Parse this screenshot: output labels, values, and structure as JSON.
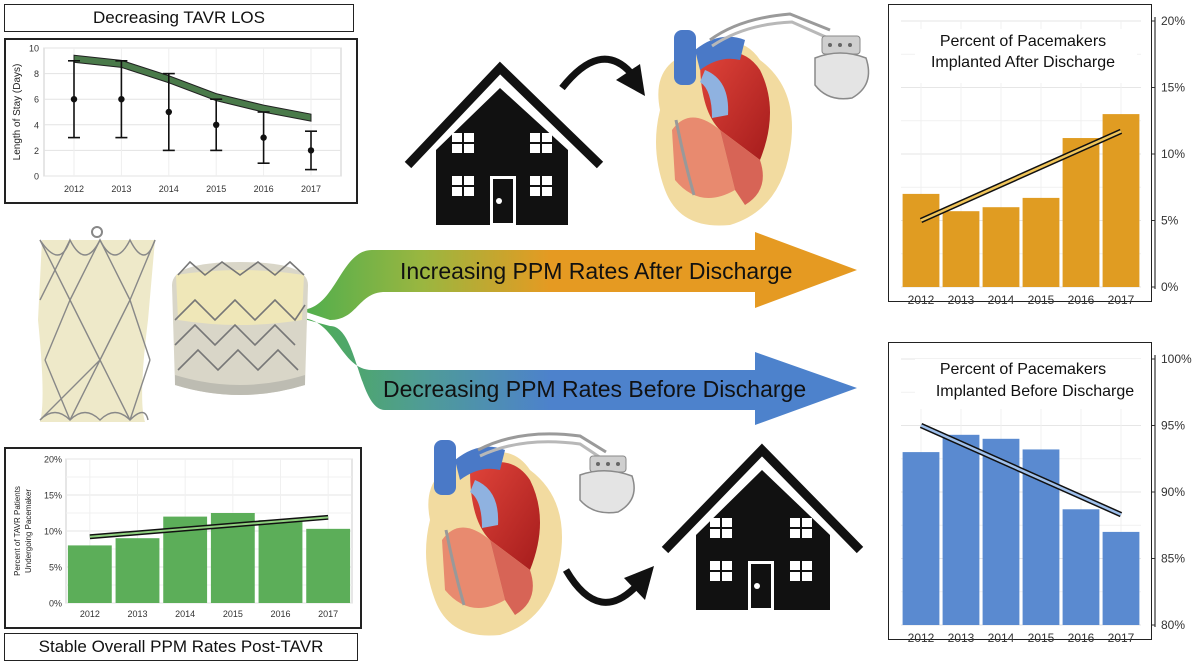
{
  "colors": {
    "after_bar": "#e09c22",
    "before_bar": "#5a8ad0",
    "overall_bar": "#5cae59",
    "los_band": "#4a7a4a",
    "arrow_orange": "#e59a22",
    "arrow_blue": "#4d82cc",
    "arrow_green": "#4eae4e"
  },
  "los": {
    "title": "Decreasing TAVR LOS"
  },
  "overall": {
    "caption": "Stable Overall PPM Rates Post-TAVR"
  },
  "arrows": {
    "upper_label": "Increasing PPM Rates After Discharge",
    "lower_label": "Decreasing PPM Rates Before Discharge"
  },
  "chart_data": [
    {
      "id": "los",
      "type": "line",
      "title": "",
      "xlabel": "",
      "ylabel": "Length of Stay (Days)",
      "categories": [
        "2012",
        "2013",
        "2014",
        "2015",
        "2016",
        "2017"
      ],
      "x_tick_labels": [
        "2012",
        "2013",
        "2014",
        "2015",
        "2016",
        "2017"
      ],
      "y_tick_labels": [
        "0",
        "2",
        "4",
        "6",
        "8",
        "10"
      ],
      "ylim": [
        0,
        10
      ],
      "points": [
        6,
        6,
        5,
        4,
        3,
        2
      ],
      "error_low": [
        3,
        3,
        2,
        2,
        1,
        0.5
      ],
      "error_high": [
        9,
        9,
        8,
        6,
        5,
        3.5
      ],
      "trend_band": [
        9.2,
        8.8,
        7.6,
        6.2,
        5.3,
        4.6
      ],
      "grid": true
    },
    {
      "id": "overall",
      "type": "bar",
      "title": "",
      "xlabel": "",
      "ylabel_line1": "Percent of TAVR Patients",
      "ylabel_line2": "Undergoing Pacemaker",
      "categories": [
        "2012",
        "2013",
        "2014",
        "2015",
        "2016",
        "2017"
      ],
      "x_tick_labels": [
        "2012",
        "2013",
        "2014",
        "2015",
        "2016",
        "2017"
      ],
      "y_tick_labels": [
        "0%",
        "5%",
        "10%",
        "15%",
        "20%"
      ],
      "ylim": [
        0,
        20
      ],
      "values": [
        8,
        9,
        12,
        12.5,
        11.5,
        10.3
      ],
      "trend": [
        9.2,
        11.9
      ],
      "grid": true
    },
    {
      "id": "after",
      "type": "bar",
      "title_line1": "Percent of Pacemakers",
      "title_line2": "Implanted After Discharge",
      "xlabel": "",
      "ylabel": "",
      "categories": [
        "2012",
        "2013",
        "2014",
        "2015",
        "2016",
        "2017"
      ],
      "x_tick_labels": [
        "2012",
        "2013",
        "2014",
        "2015",
        "2016",
        "2017"
      ],
      "y_tick_labels": [
        "0%",
        "5%",
        "10%",
        "15%",
        "20%"
      ],
      "ylim": [
        0,
        20
      ],
      "values": [
        7,
        5.7,
        6,
        6.7,
        11.2,
        13
      ],
      "trend": [
        5,
        11.7
      ],
      "axis_side": "right",
      "grid": true
    },
    {
      "id": "before",
      "type": "bar",
      "title_line1": "Percent of Pacemakers",
      "title_line2": "Implanted Before Discharge",
      "xlabel": "",
      "ylabel": "",
      "categories": [
        "2012",
        "2013",
        "2014",
        "2015",
        "2016",
        "2017"
      ],
      "x_tick_labels": [
        "2012",
        "2013",
        "2014",
        "2015",
        "2016",
        "2017"
      ],
      "y_tick_labels": [
        "80%",
        "85%",
        "90%",
        "95%",
        "100%"
      ],
      "ylim": [
        80,
        100
      ],
      "values": [
        93,
        94.3,
        94,
        93.2,
        88.7,
        87
      ],
      "trend": [
        95,
        88.3
      ],
      "axis_side": "right",
      "grid": true
    }
  ]
}
